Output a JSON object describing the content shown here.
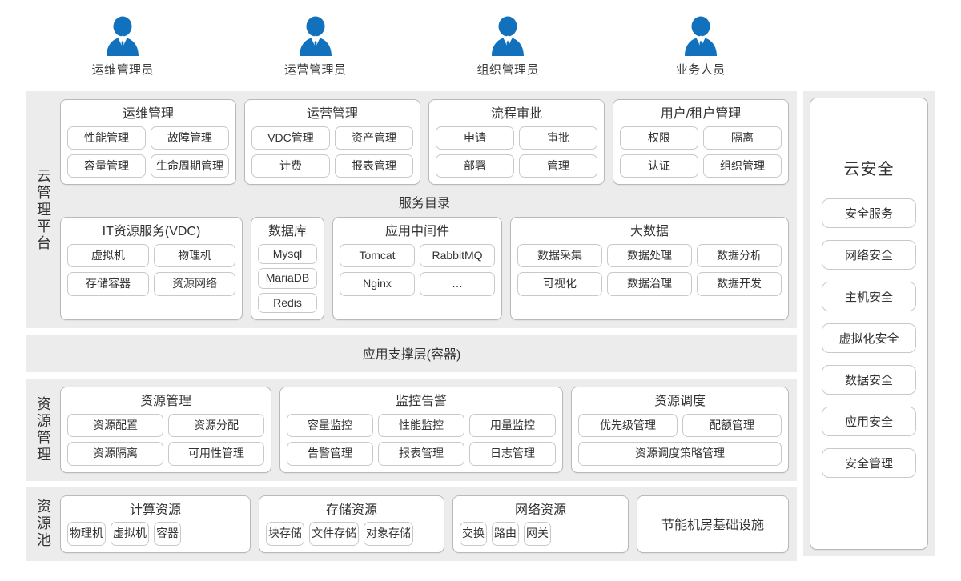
{
  "personas": [
    {
      "icon": "user-person-icon",
      "label": "运维管理员"
    },
    {
      "icon": "user-person-icon",
      "label": "运营管理员"
    },
    {
      "icon": "user-person-icon",
      "label": "组织管理员"
    },
    {
      "icon": "user-person-icon",
      "label": "业务人员"
    }
  ],
  "cloud_platform": {
    "side_label": "云管理平台",
    "top_cards": [
      {
        "title": "运维管理",
        "items": [
          "性能管理",
          "故障管理",
          "容量管理",
          "生命周期管理"
        ]
      },
      {
        "title": "运营管理",
        "items": [
          "VDC管理",
          "资产管理",
          "计费",
          "报表管理"
        ]
      },
      {
        "title": "流程审批",
        "items": [
          "申请",
          "审批",
          "部署",
          "管理"
        ]
      },
      {
        "title": "用户/租户管理",
        "items": [
          "权限",
          "隔离",
          "认证",
          "组织管理"
        ]
      }
    ],
    "catalog_title": "服务目录",
    "catalog_cards": [
      {
        "title": "IT资源服务(VDC)",
        "items": [
          "虚拟机",
          "物理机",
          "存储容器",
          "资源网络"
        ]
      },
      {
        "title": "数据库",
        "items": [
          "Mysql",
          "MariaDB",
          "Redis"
        ]
      },
      {
        "title": "应用中间件",
        "items": [
          "Tomcat",
          "RabbitMQ",
          "Nginx",
          "…"
        ]
      },
      {
        "title": "大数据",
        "items": [
          "数据采集",
          "数据处理",
          "数据分析",
          "可视化",
          "数据治理",
          "数据开发"
        ]
      }
    ]
  },
  "app_support_layer": {
    "label": "应用支撑层(容器)"
  },
  "resource_management": {
    "side_label": "资源管理",
    "cards": [
      {
        "title": "资源管理",
        "items": [
          "资源配置",
          "资源分配",
          "资源隔离",
          "可用性管理"
        ]
      },
      {
        "title": "监控告警",
        "items": [
          "容量监控",
          "性能监控",
          "用量监控",
          "告警管理",
          "报表管理",
          "日志管理"
        ]
      },
      {
        "title": "资源调度",
        "items": [
          "优先级管理",
          "配额管理",
          "资源调度策略管理"
        ]
      }
    ]
  },
  "resource_pool": {
    "side_label": "资源池",
    "cards": [
      {
        "title": "计算资源",
        "items": [
          "物理机",
          "虚拟机",
          "容器"
        ]
      },
      {
        "title": "存储资源",
        "items": [
          "块存储",
          "文件存储",
          "对象存储"
        ]
      },
      {
        "title": "网络资源",
        "items": [
          "交换",
          "路由",
          "网关"
        ]
      }
    ],
    "idc_label": "节能机房基础设施"
  },
  "cloud_security": {
    "title": "云安全",
    "items": [
      "安全服务",
      "网络安全",
      "主机安全",
      "虚拟化安全",
      "数据安全",
      "应用安全",
      "安全管理"
    ]
  },
  "colors": {
    "persona_blue": "#1271bd",
    "panel_gray": "#ececec",
    "card_border": "#b9b9b9",
    "chip_border": "#c9c9c9",
    "text": "#333333"
  }
}
